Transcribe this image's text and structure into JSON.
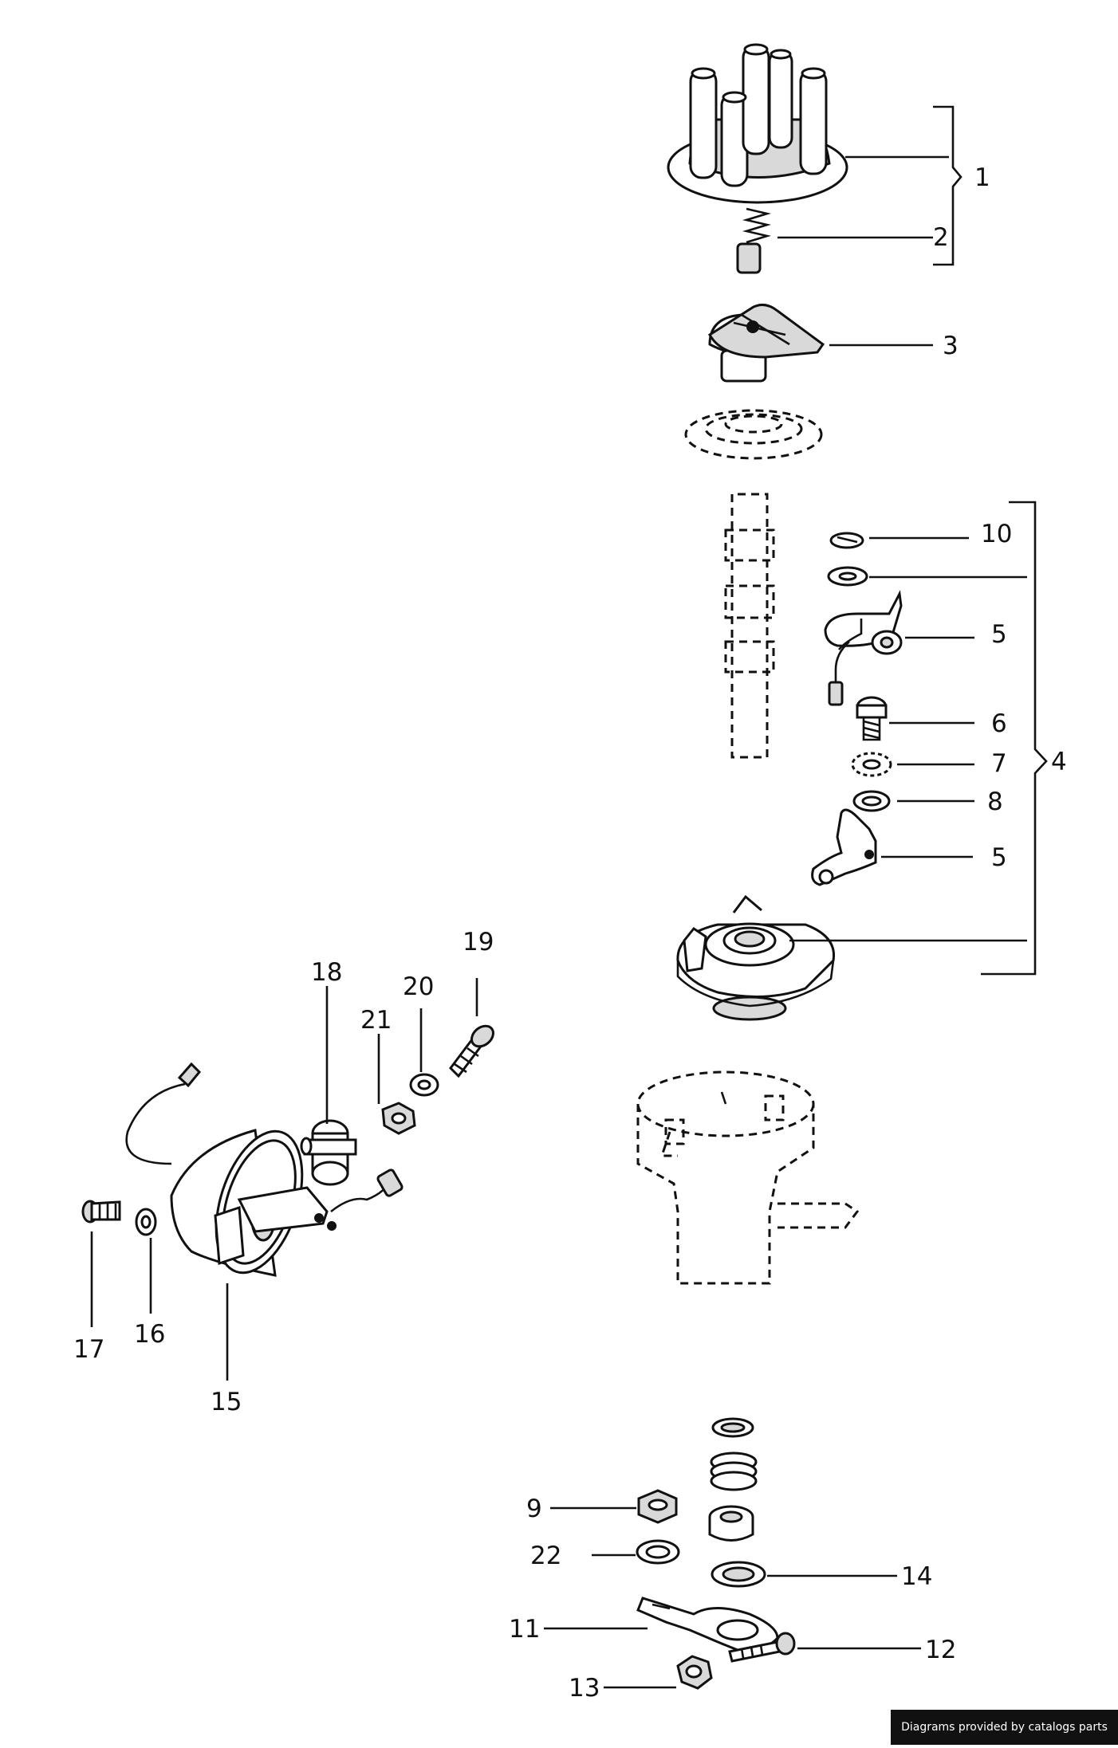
{
  "callouts": [
    "1",
    "2",
    "3",
    "10",
    "5",
    "6",
    "7",
    "4",
    "8",
    "5",
    "19",
    "18",
    "20",
    "21",
    "17",
    "16",
    "15",
    "9",
    "22",
    "14",
    "11",
    "12",
    "13"
  ],
  "credit": "Diagrams provided by catalogs parts"
}
